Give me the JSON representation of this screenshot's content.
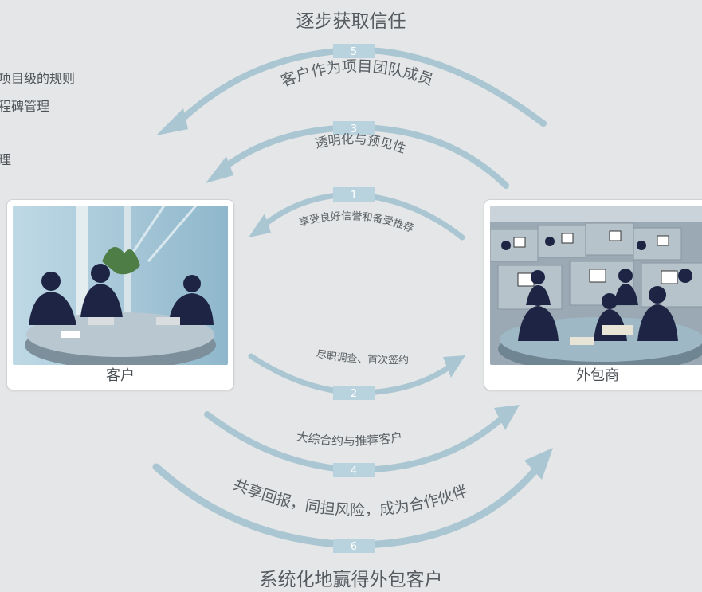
{
  "top_title": "逐步获取信任",
  "bottom_title": "系统化地赢得外包客户",
  "left_fragments": [
    "项目级的规则",
    "程碑管理",
    "理"
  ],
  "left_card": {
    "label": "客户"
  },
  "right_card": {
    "label": "外包商"
  },
  "arrows": [
    {
      "number": "5",
      "label": "客户作为项目团队成员"
    },
    {
      "number": "3",
      "label": "透明化与预见性"
    },
    {
      "number": "1",
      "label": "享受良好信誉和备受推荐"
    },
    {
      "number": "2",
      "label": "尽职调查、首次签约"
    },
    {
      "number": "4",
      "label": "大综合约与推荐客户"
    },
    {
      "number": "6",
      "label": "共享回报，同担风险，成为合作伙伴"
    }
  ],
  "colors": {
    "background": "#e4e6e7",
    "arrow": "#a9c6d2",
    "badge": "#b8d3de",
    "text": "#555b60"
  }
}
